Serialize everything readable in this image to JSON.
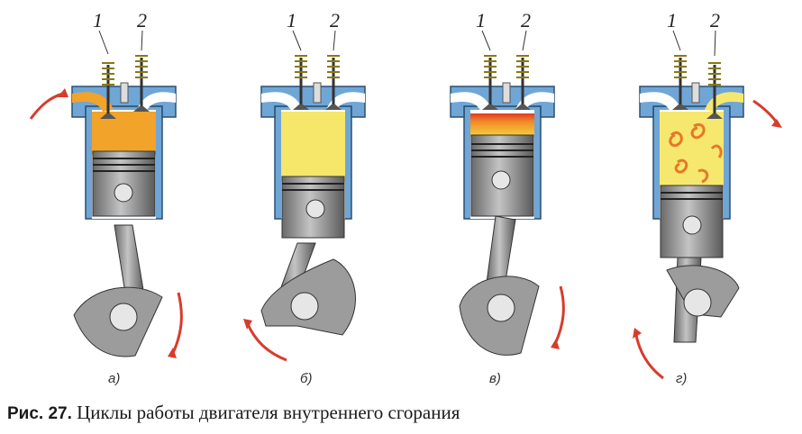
{
  "valve_labels": {
    "intake": "1",
    "exhaust": "2"
  },
  "stages": [
    {
      "id": "a",
      "label": "а)",
      "fill": "#f2a32a"
    },
    {
      "id": "b",
      "label": "б)",
      "fill": "#f6e66a"
    },
    {
      "id": "v",
      "label": "в)",
      "fill": "#f5d040"
    },
    {
      "id": "g",
      "label": "г)",
      "fill": "#f6e86e"
    }
  ],
  "colors": {
    "cylinder": "#6fa6d6",
    "cylinder_dark": "#3c6e9f",
    "metal": "#a7a7a7",
    "metal_dark": "#5c5c5c",
    "arrow": "#d93b2b",
    "spring": "#e8d230"
  },
  "caption": {
    "lead": "Рис. 27.",
    "text": "Циклы работы двигателя внутреннего сгорания"
  }
}
